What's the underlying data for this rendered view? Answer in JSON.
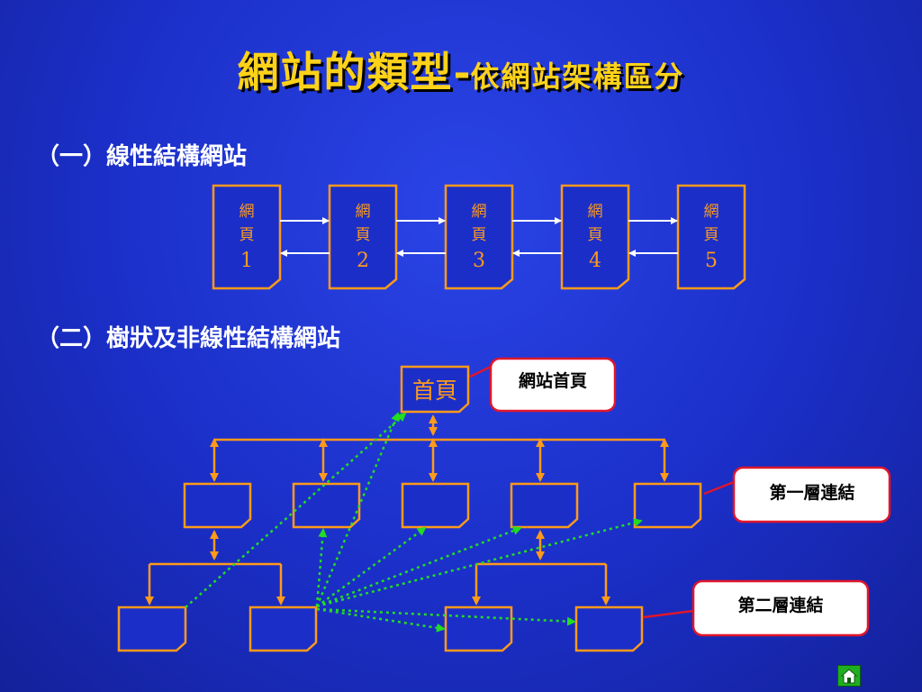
{
  "title": {
    "main": "網站的類型",
    "dash": "-",
    "sub": "依網站架構區分"
  },
  "section1": {
    "label": "（一）線性結構網站"
  },
  "section2": {
    "label": "（二）樹狀及非線性結構網站"
  },
  "linear_pages": [
    {
      "line1": "網",
      "line2": "頁",
      "num": "1"
    },
    {
      "line1": "網",
      "line2": "頁",
      "num": "2"
    },
    {
      "line1": "網",
      "line2": "頁",
      "num": "3"
    },
    {
      "line1": "網",
      "line2": "頁",
      "num": "4"
    },
    {
      "line1": "網",
      "line2": "頁",
      "num": "5"
    }
  ],
  "tree": {
    "home_label": "首頁"
  },
  "callouts": {
    "home": "網站首頁",
    "level1": "第一層連結",
    "level2": "第二層連結"
  },
  "colors": {
    "title": "#ffd21a",
    "box_stroke": "#ff9a1a",
    "background": "#1b2fc8",
    "nonlinear_link": "#22dd22",
    "callout_border": "#e0162b"
  },
  "icons": {
    "home_button": "home-icon"
  }
}
